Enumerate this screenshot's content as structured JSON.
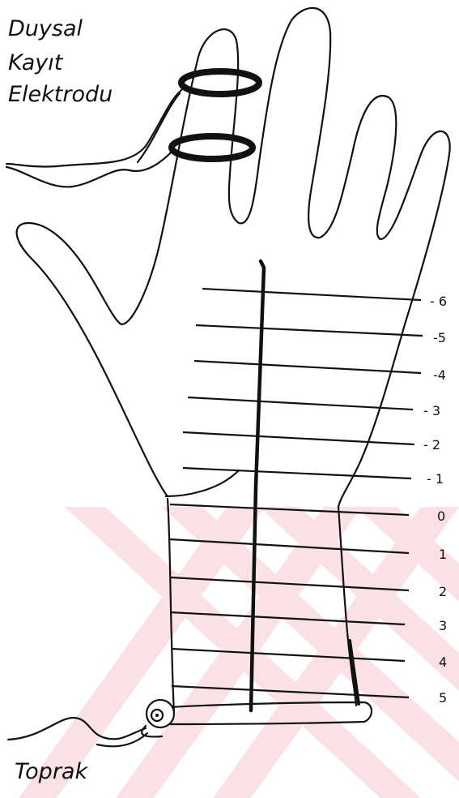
{
  "labels": {
    "recording_electrode_line1": "Duysal",
    "recording_electrode_line2": "Kayıt",
    "recording_electrode_line3": "Elektrodu",
    "ground": "Toprak"
  },
  "scale": {
    "marks": [
      "- 6",
      "-5",
      "-4",
      "- 3",
      "- 2",
      "- 1",
      "0",
      "1",
      "2",
      "3",
      "4",
      "5"
    ]
  },
  "colors": {
    "ink": "#111111",
    "watermark": "#f7c9d0"
  }
}
